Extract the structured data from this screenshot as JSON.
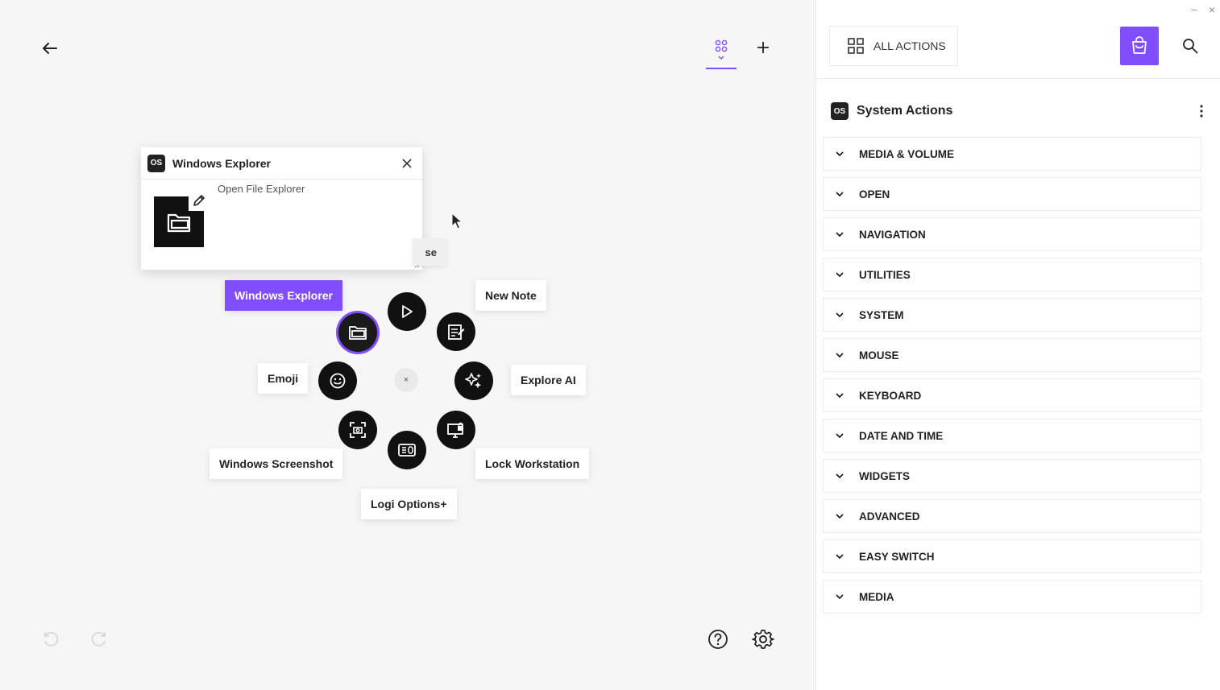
{
  "toolbar": {
    "back_icon": "arrow-left-icon",
    "apps_icon": "grid-icon",
    "add_icon": "plus-icon"
  },
  "popup": {
    "badge": "OS",
    "title": "Windows Explorer",
    "input_value": "Open File Explorer",
    "tile_icon": "folder-icon",
    "edit_icon": "pencil-icon"
  },
  "radial": {
    "hidden_label": "se",
    "center": "×",
    "items": [
      {
        "label": "Windows Explorer",
        "icon": "folder-icon",
        "selected": true
      },
      {
        "label": "",
        "icon": "play-icon"
      },
      {
        "label": "New Note",
        "icon": "note-icon"
      },
      {
        "label": "Explore AI",
        "icon": "sparkle-icon"
      },
      {
        "label": "Lock Workstation",
        "icon": "lock-monitor-icon"
      },
      {
        "label": "Logi Options+",
        "icon": "logi-options-icon"
      },
      {
        "label": "Windows Screenshot",
        "icon": "screenshot-icon"
      },
      {
        "label": "Emoji",
        "icon": "emoji-icon"
      }
    ]
  },
  "bottom": {
    "undo_icon": "undo-icon",
    "redo_icon": "redo-icon",
    "help_icon": "help-icon",
    "settings_icon": "gear-icon"
  },
  "panel": {
    "minimize": "–",
    "close": "×",
    "all_actions_label": "ALL ACTIONS",
    "section_badge": "OS",
    "section_title": "System Actions",
    "categories": [
      "MEDIA & VOLUME",
      "OPEN",
      "NAVIGATION",
      "UTILITIES",
      "SYSTEM",
      "MOUSE",
      "KEYBOARD",
      "DATE AND TIME",
      "WIDGETS",
      "ADVANCED",
      "EASY SWITCH",
      "MEDIA"
    ]
  },
  "colors": {
    "accent": "#814eff",
    "dark": "#111111"
  }
}
